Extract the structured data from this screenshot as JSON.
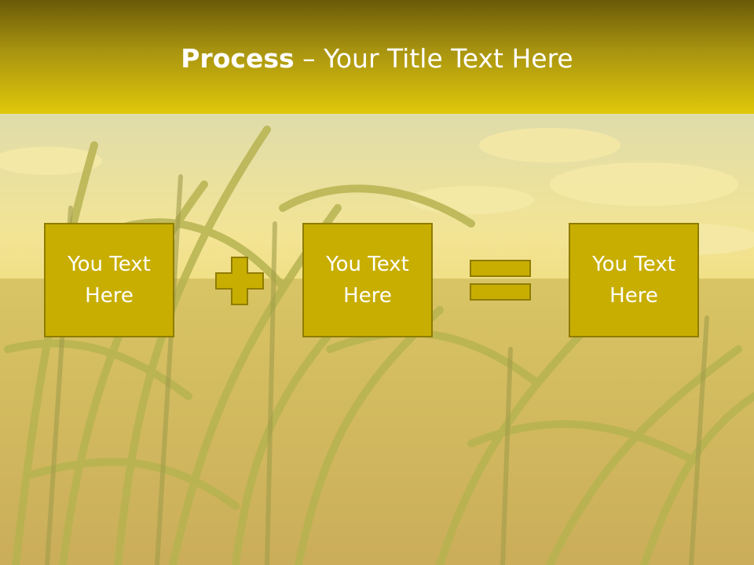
{
  "slide": {
    "title": {
      "bold": "Process",
      "rest": " – Your Title Text Here"
    },
    "boxes": [
      {
        "text": "You Text Here"
      },
      {
        "text": "You Text Here"
      },
      {
        "text": "You Text Here"
      }
    ],
    "operators": [
      "plus",
      "equals"
    ]
  },
  "colors": {
    "title_bar_top": "#6a5a08",
    "title_bar_bottom": "#e0c80a",
    "box_fill": "#c8ae00",
    "box_border": "#8f7c00",
    "overlay": "#f3e27a"
  }
}
